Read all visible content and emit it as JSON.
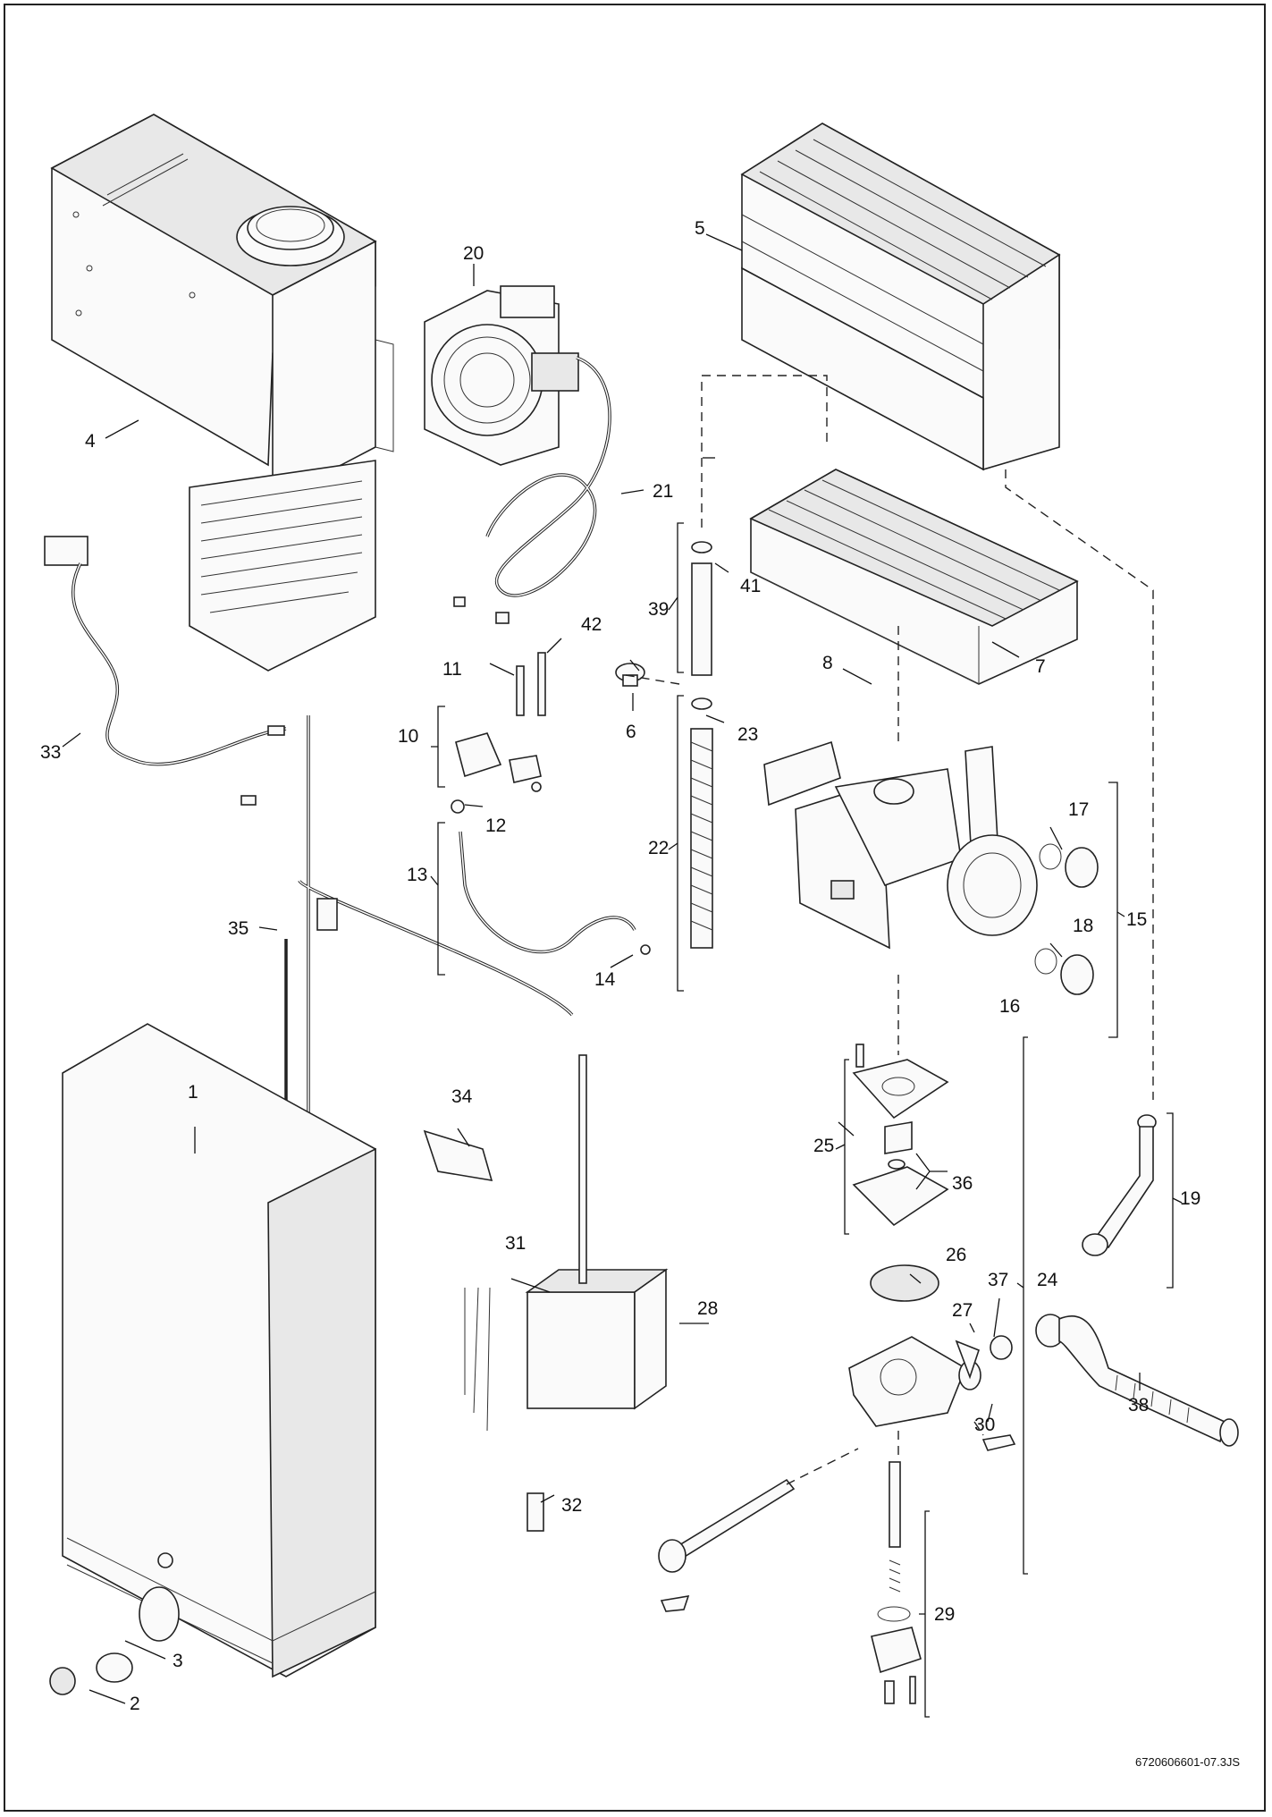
{
  "diagram": {
    "document_reference": "6720606601-07.3JS",
    "callouts": [
      {
        "id": "1",
        "label": "1"
      },
      {
        "id": "2",
        "label": "2"
      },
      {
        "id": "3",
        "label": "3"
      },
      {
        "id": "4",
        "label": "4"
      },
      {
        "id": "5",
        "label": "5"
      },
      {
        "id": "6",
        "label": "6"
      },
      {
        "id": "7",
        "label": "7"
      },
      {
        "id": "8",
        "label": "8"
      },
      {
        "id": "10",
        "label": "10"
      },
      {
        "id": "11",
        "label": "11"
      },
      {
        "id": "12",
        "label": "12"
      },
      {
        "id": "13",
        "label": "13"
      },
      {
        "id": "14",
        "label": "14"
      },
      {
        "id": "15",
        "label": "15"
      },
      {
        "id": "16",
        "label": "16"
      },
      {
        "id": "17",
        "label": "17"
      },
      {
        "id": "18",
        "label": "18"
      },
      {
        "id": "19",
        "label": "19"
      },
      {
        "id": "20",
        "label": "20"
      },
      {
        "id": "21",
        "label": "21"
      },
      {
        "id": "22",
        "label": "22"
      },
      {
        "id": "23",
        "label": "23"
      },
      {
        "id": "24",
        "label": "24"
      },
      {
        "id": "25",
        "label": "25"
      },
      {
        "id": "26",
        "label": "26"
      },
      {
        "id": "27",
        "label": "27"
      },
      {
        "id": "28",
        "label": "28"
      },
      {
        "id": "29",
        "label": "29"
      },
      {
        "id": "30",
        "label": "30"
      },
      {
        "id": "31",
        "label": "31"
      },
      {
        "id": "32",
        "label": "32"
      },
      {
        "id": "33",
        "label": "33"
      },
      {
        "id": "34",
        "label": "34"
      },
      {
        "id": "35",
        "label": "35"
      },
      {
        "id": "36",
        "label": "36"
      },
      {
        "id": "37",
        "label": "37"
      },
      {
        "id": "38",
        "label": "38"
      },
      {
        "id": "39",
        "label": "39"
      },
      {
        "id": "41",
        "label": "41"
      },
      {
        "id": "42",
        "label": "42"
      }
    ]
  }
}
